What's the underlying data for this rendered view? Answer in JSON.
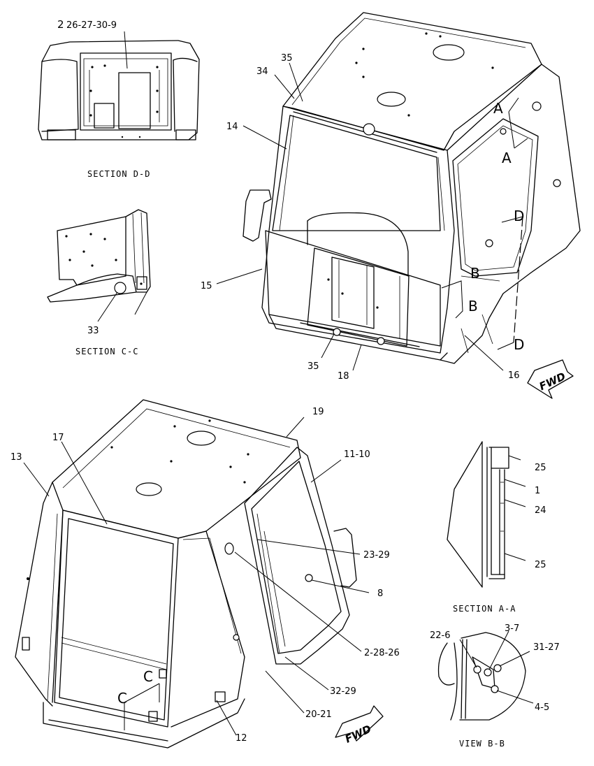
{
  "sections": {
    "d_d": "SECTION D-D",
    "c_c": "SECTION C-C",
    "a_a": "SECTION A-A",
    "b_b": "VIEW B-B"
  },
  "fwd": "FWD",
  "cut_letters": {
    "a": "A",
    "b": "B",
    "c": "C",
    "d": "D"
  },
  "callouts": {
    "p2": "2",
    "p26_27_30_9": "26-27-30-9",
    "p33": "33",
    "p35_top": "35",
    "p34": "34",
    "p14": "14",
    "p15": "15",
    "p35_bottom": "35",
    "p18": "18",
    "p16": "16",
    "p19": "19",
    "p13": "13",
    "p17": "17",
    "p11_10": "11-10",
    "p23_29": "23-29",
    "p8": "8",
    "p2_28_26": "2-28-26",
    "p32_29": "32-29",
    "p20_21": "20-21",
    "p12": "12",
    "p25_top": "25",
    "p1": "1",
    "p24": "24",
    "p25_bottom": "25",
    "p22_6": "22-6",
    "p3_7": "3-7",
    "p31_27": "31-27",
    "p4_5": "4-5"
  }
}
